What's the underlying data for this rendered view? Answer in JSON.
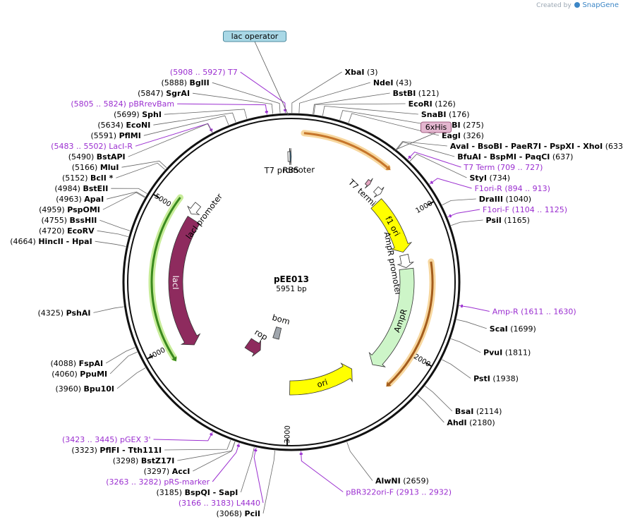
{
  "credit": {
    "prefix": "Created by",
    "brand": "SnapGene"
  },
  "plasmid": {
    "name": "pEE013",
    "length": "5951 bp",
    "size_bp": 5951
  },
  "ticks": [
    {
      "bp": 1000,
      "label": "1000"
    },
    {
      "bp": 2000,
      "label": "2000"
    },
    {
      "bp": 3000,
      "label": "3000"
    },
    {
      "bp": 4000,
      "label": "4000"
    },
    {
      "bp": 5000,
      "label": "5000"
    }
  ],
  "boxed_labels": [
    {
      "id": "lac-operator",
      "text": "lac operator",
      "fill": "#a9d8e6",
      "stroke": "#2a6f86"
    },
    {
      "id": "6xhis",
      "text": "6xHis",
      "fill": "#e3b6cf",
      "stroke": "#8b3d66"
    }
  ],
  "sites": [
    {
      "name": "XbaI",
      "pos": "(3)",
      "bp": 3
    },
    {
      "name": "NdeI",
      "pos": "(43)",
      "bp": 43
    },
    {
      "name": "BstBI",
      "pos": "(121)",
      "bp": 121
    },
    {
      "name": "EcoRI",
      "pos": "(126)",
      "bp": 126
    },
    {
      "name": "SnaBI",
      "pos": "(176)",
      "bp": 176
    },
    {
      "name": "BmgBI",
      "pos": "(275)",
      "bp": 275
    },
    {
      "name": "EagI",
      "pos": "(326)",
      "bp": 326
    },
    {
      "name": "AvaI   - BsoBI   - PaeR7I   - PspXI   - XhoI",
      "pos": "(633)",
      "bp": 633
    },
    {
      "name": "BfuAI   - BspMI   - PaqCI",
      "pos": "(637)",
      "bp": 637
    },
    {
      "name": "StyI",
      "pos": "(734)",
      "bp": 734
    },
    {
      "name": "DraIII",
      "pos": "(1040)",
      "bp": 1040
    },
    {
      "name": "PsiI",
      "pos": "(1165)",
      "bp": 1165
    },
    {
      "name": "ScaI",
      "pos": "(1699)",
      "bp": 1699
    },
    {
      "name": "PvuI",
      "pos": "(1811)",
      "bp": 1811
    },
    {
      "name": "PstI",
      "pos": "(1938)",
      "bp": 1938
    },
    {
      "name": "BsaI",
      "pos": "(2114)",
      "bp": 2114
    },
    {
      "name": "AhdI",
      "pos": "(2180)",
      "bp": 2180
    },
    {
      "name": "AlwNI",
      "pos": "(2659)",
      "bp": 2659
    },
    {
      "name": "PciI",
      "pos": "(3068)",
      "bp": 3068
    },
    {
      "name": "BspQI   - SapI",
      "pos": "(3185)",
      "bp": 3185
    },
    {
      "name": "AccI",
      "pos": "(3297)",
      "bp": 3297
    },
    {
      "name": "BstZ17I",
      "pos": "(3298)",
      "bp": 3298
    },
    {
      "name": "PflFI   - Tth111I",
      "pos": "(3323)",
      "bp": 3323
    },
    {
      "name": "Bpu10I",
      "pos": "(3960)",
      "bp": 3960
    },
    {
      "name": "PpuMI",
      "pos": "(4060)",
      "bp": 4060
    },
    {
      "name": "FspAI",
      "pos": "(4088)",
      "bp": 4088
    },
    {
      "name": "PshAI",
      "pos": "(4325)",
      "bp": 4325
    },
    {
      "name": "HincII   - HpaI",
      "pos": "(4664)",
      "bp": 4664
    },
    {
      "name": "EcoRV",
      "pos": "(4720)",
      "bp": 4720
    },
    {
      "name": "BssHII",
      "pos": "(4755)",
      "bp": 4755
    },
    {
      "name": "PspOMI",
      "pos": "(4959)",
      "bp": 4959
    },
    {
      "name": "ApaI",
      "pos": "(4963)",
      "bp": 4963
    },
    {
      "name": "BstEII",
      "pos": "(4984)",
      "bp": 4984
    },
    {
      "name": "BclI *",
      "pos": "(5152)",
      "bp": 5152
    },
    {
      "name": "MluI",
      "pos": "(5166)",
      "bp": 5166
    },
    {
      "name": "BstAPI",
      "pos": "(5490)",
      "bp": 5490
    },
    {
      "name": "PflMI",
      "pos": "(5591)",
      "bp": 5591
    },
    {
      "name": "EcoNI",
      "pos": "(5634)",
      "bp": 5634
    },
    {
      "name": "SphI",
      "pos": "(5699)",
      "bp": 5699
    },
    {
      "name": "SgrAI",
      "pos": "(5847)",
      "bp": 5847
    },
    {
      "name": "BglII",
      "pos": "(5888)",
      "bp": 5888
    }
  ],
  "primers": [
    {
      "name": "T7",
      "range": "(5908 .. 5927)",
      "bp": 5917
    },
    {
      "name": "pBRrevBam",
      "range": "(5805 .. 5824)",
      "bp": 5814
    },
    {
      "name": "LacI-R",
      "range": "(5483 .. 5502)",
      "bp": 5492
    },
    {
      "name": "T7 Term",
      "range": "(709 .. 727)",
      "bp": 718
    },
    {
      "name": "F1ori-R",
      "range": "(894 .. 913)",
      "bp": 903
    },
    {
      "name": "F1ori-F",
      "range": "(1104 .. 1125)",
      "bp": 1114
    },
    {
      "name": "Amp-R",
      "range": "(1611 .. 1630)",
      "bp": 1620
    },
    {
      "name": "pBR322ori-F",
      "range": "(2913 .. 2932)",
      "bp": 2922
    },
    {
      "name": "L4440",
      "range": "(3166 .. 3183)",
      "bp": 3174
    },
    {
      "name": "pRS-marker",
      "range": "(3263 .. 3282)",
      "bp": 3272
    },
    {
      "name": "pGEX 3'",
      "range": "(3423 .. 3445)",
      "bp": 3434
    }
  ],
  "features": [
    {
      "name": "lacI",
      "label": "lacI",
      "start": 3920,
      "end": 5000,
      "strand": -1,
      "fill": "#8e2b5e",
      "r": 164,
      "w": 20,
      "labelInside": true
    },
    {
      "name": "lacI-promoter",
      "label": "lacI promoter",
      "start": 5030,
      "end": 5120,
      "strand": -1,
      "fill": "#ffffff",
      "r": 172,
      "w": 10,
      "labelInside": false
    },
    {
      "name": "lacI-orf",
      "label": "",
      "start": 3920,
      "end": 5080,
      "strand": -1,
      "fill": "#3a8a1e",
      "r": 198,
      "w": 3,
      "glow": "#c8ec9a"
    },
    {
      "name": "T7-promoter",
      "label": "T7 promoter",
      "start": 5925,
      "end": 5945,
      "strand": 1,
      "fill": "#ffffff",
      "r": 178,
      "w": 14,
      "labelInside": false
    },
    {
      "name": "RBS",
      "label": "RBS",
      "start": 5940,
      "end": 5950,
      "strand": 1,
      "fill": "#3d6f8c",
      "r": 178,
      "w": 14
    },
    {
      "name": "T7-region",
      "label": "",
      "start": 80,
      "end": 660,
      "strand": 1,
      "fill": "#c6752a",
      "r": 212,
      "w": 3,
      "glow": "#f7d79f"
    },
    {
      "name": "6xHis-mark",
      "label": "",
      "start": 610,
      "end": 640,
      "strand": 1,
      "fill": "#e3a5c0",
      "r": 178,
      "w": 8
    },
    {
      "name": "T7-terminator",
      "label": "T7 terminator",
      "start": 700,
      "end": 748,
      "strand": 1,
      "fill": "#ffffff",
      "r": 178,
      "w": 10
    },
    {
      "name": "f1-ori",
      "label": "f1 ori",
      "start": 780,
      "end": 1240,
      "strand": 1,
      "fill": "#ffff00",
      "r": 164,
      "w": 20,
      "labelInside": true
    },
    {
      "name": "AmpR-promoter",
      "label": "AmpR promoter",
      "start": 1265,
      "end": 1370,
      "strand": 1,
      "fill": "#ffffff",
      "r": 164,
      "w": 12
    },
    {
      "name": "AmpR",
      "label": "AmpR",
      "start": 1380,
      "end": 2240,
      "strand": 1,
      "fill": "#cdf5c8",
      "r": 164,
      "w": 20,
      "labelInside": true
    },
    {
      "name": "AmpR-region",
      "label": "",
      "start": 1350,
      "end": 2250,
      "strand": 1,
      "fill": "#a45c1c",
      "r": 200,
      "w": 3,
      "glow": "#f7d79f"
    },
    {
      "name": "ori",
      "label": "ori",
      "start": 2400,
      "end": 2990,
      "strand": -1,
      "fill": "#ffff00",
      "r": 150,
      "w": 20,
      "labelInside": true
    },
    {
      "name": "bom",
      "label": "bom",
      "start": 3180,
      "end": 3280,
      "strand": 0,
      "fill": "#a0a6ad",
      "r": 75,
      "w": 16
    },
    {
      "name": "rop",
      "label": "rop",
      "start": 3380,
      "end": 3560,
      "strand": -1,
      "fill": "#8e2b5e",
      "r": 106,
      "w": 16
    }
  ]
}
